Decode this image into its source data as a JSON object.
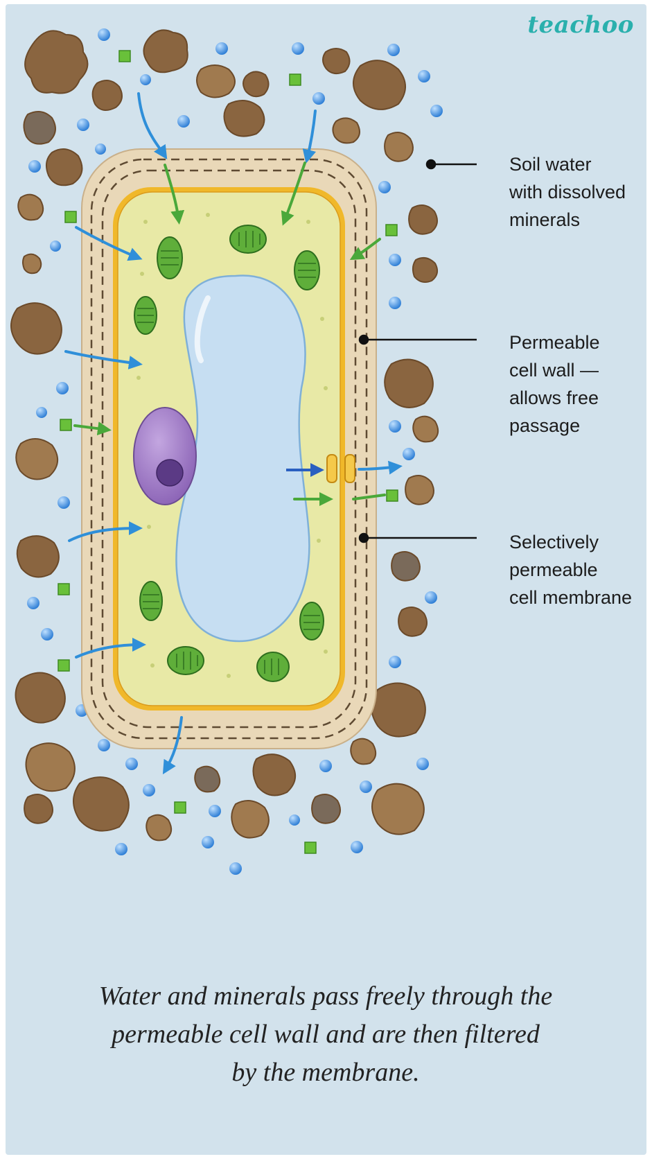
{
  "brand": "teachoo",
  "labels": {
    "soil_water": [
      "Soil water",
      "with dissolved",
      "minerals"
    ],
    "cell_wall": [
      "Permeable",
      "cell wall —",
      "allows free",
      "passage"
    ],
    "cell_membrane": [
      "Selectively",
      "permeable",
      "cell membrane"
    ]
  },
  "caption": [
    "Water and minerals pass freely through the",
    "permeable cell wall and are then filtered",
    "by the membrane."
  ],
  "colors": {
    "background": "#d2e2ec",
    "cell_wall": "#e9d8b8",
    "membrane": "#f0b82a",
    "cytoplasm": "#e8e9a6",
    "vacuole": "#c6def2",
    "nucleus": "#a883c9",
    "chloroplast": "#5fae3a",
    "water": "#3d8fe0",
    "mineral": "#69c03a",
    "soil": "#8a6540",
    "arrow_blue": "#2f8fd9",
    "arrow_green": "#4aa83a",
    "brand": "#2ab0ad"
  }
}
